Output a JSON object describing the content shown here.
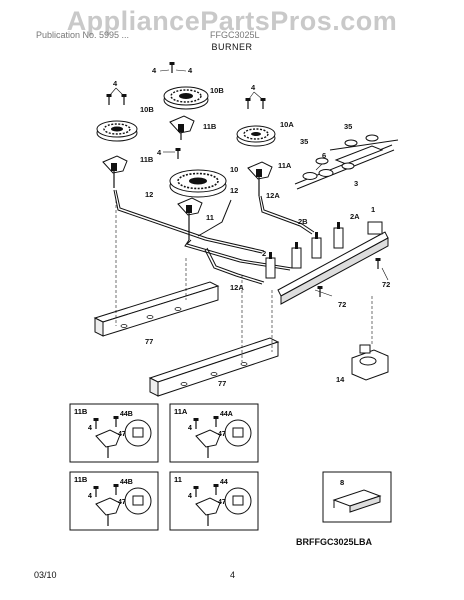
{
  "watermark": "AppliancePartsPros.com",
  "header": {
    "left_text": "Publication No. 5995 ...",
    "right_text": "FFGC3025L",
    "section_title": "BURNER"
  },
  "callouts": {
    "c4a": "4",
    "c4b": "4",
    "c4c": "4",
    "c4d": "4",
    "c4e": "4",
    "c10b_a": "10B",
    "c10b_b": "10B",
    "c10a": "10A",
    "c10": "10",
    "c11b_a": "11B",
    "c11b_b": "11B",
    "c11a": "11A",
    "c11": "11",
    "c35a": "35",
    "c35b": "35",
    "c6": "6",
    "c3": "3",
    "c12a": "12",
    "c12b": "12",
    "c12a_a": "12A",
    "c12a_b": "12A",
    "c2a": "2A",
    "c2b": "2B",
    "c2": "2",
    "c1": "1",
    "c72a": "72",
    "c72b": "72",
    "c77a": "77",
    "c77b": "77",
    "c14": "14"
  },
  "insets": [
    {
      "label": "11B",
      "screw": "44B",
      "washer": "47",
      "screw_no": "4"
    },
    {
      "label": "11A",
      "screw": "44A",
      "washer": "47",
      "screw_no": "4"
    },
    {
      "label": "11B",
      "screw": "44B",
      "washer": "47",
      "screw_no": "4"
    },
    {
      "label": "11",
      "screw": "44",
      "washer": "47",
      "screw_no": "4"
    }
  ],
  "kit": {
    "label": "8"
  },
  "model_code": "BRFFGC3025LBA",
  "footer": {
    "date": "03/10",
    "page": "4"
  }
}
